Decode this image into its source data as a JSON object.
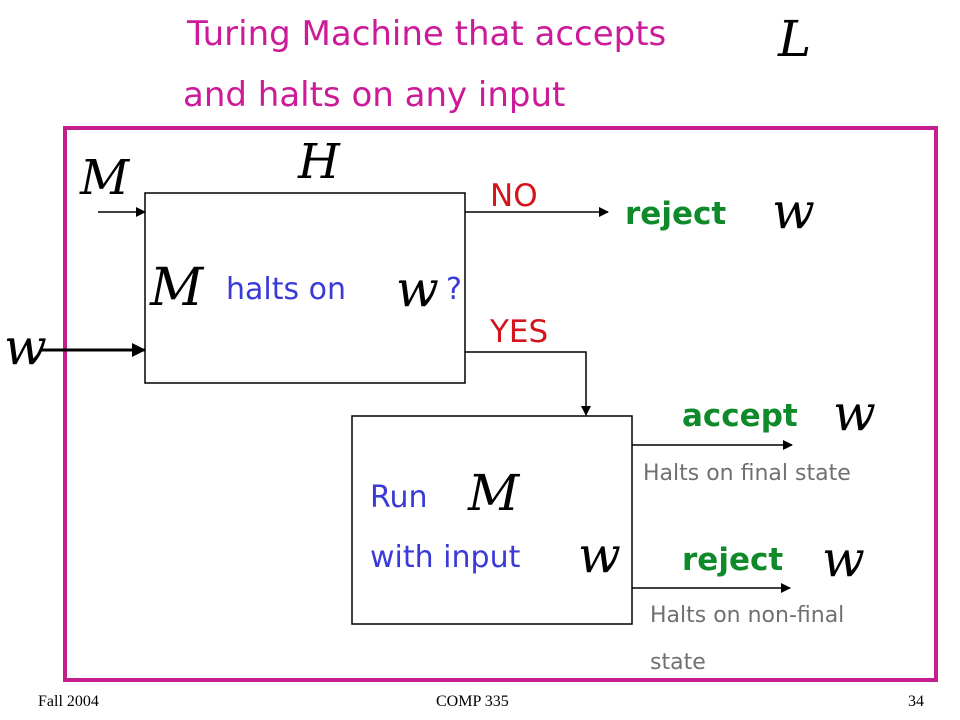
{
  "title": {
    "line1": "Turing Machine that accepts",
    "line1_symbol": "L",
    "line2": "and halts on any input"
  },
  "colors": {
    "title": "#cc1a99",
    "frame": "#c41f8d",
    "answer": "#d4141c",
    "result": "#0f8a2a",
    "box_text": "#3a3ad9",
    "note": "#707070"
  },
  "decider": {
    "name": "H",
    "input_m": "M",
    "input_w": "w",
    "question_symbol_m": "M",
    "question_text": "halts on",
    "question_symbol_w": "w",
    "question_mark": "?"
  },
  "branches": {
    "no_label": "NO",
    "yes_label": "YES",
    "no_result": "reject",
    "no_result_symbol": "w"
  },
  "simulator": {
    "line1": "Run",
    "line1_symbol": "M",
    "line2": "with input",
    "line2_symbol": "w"
  },
  "outcomes": {
    "accept": "accept",
    "accept_symbol": "w",
    "accept_note": "Halts on final state",
    "reject": "reject",
    "reject_symbol": "w",
    "reject_note_line1": "Halts on non-final",
    "reject_note_line2": "state"
  },
  "footer": {
    "left": "Fall 2004",
    "center": "COMP 335",
    "right": "34"
  }
}
